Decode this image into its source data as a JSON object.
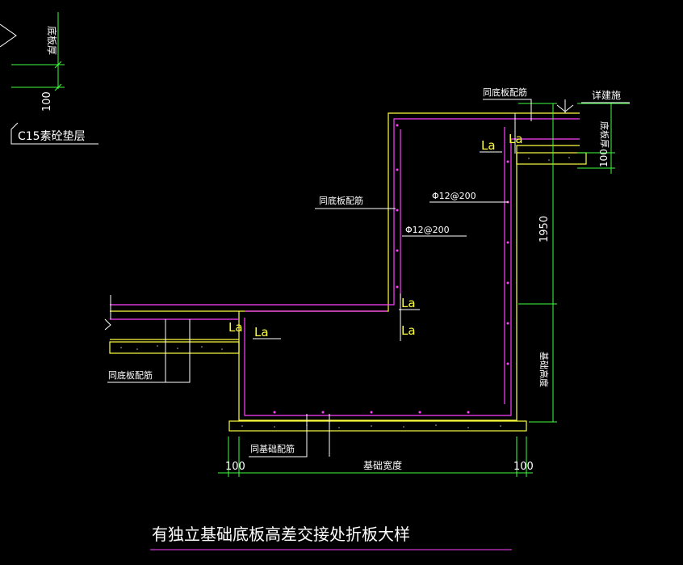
{
  "title": "有独立基础底板高差交接处折板大样",
  "labels": {
    "top_left_thickness": "底板厚",
    "top_left_dim": "100",
    "cushion": "C15素砼垫层",
    "see_building": "详建施",
    "same_slab_top_right": "同底板配筋",
    "right_thickness": "底板厚",
    "right_dim_100": "100",
    "dim_1950": "1950",
    "foundation_height": "基础高度",
    "same_slab_left_mid": "同底板配筋",
    "same_slab_bottom_left": "同底板配筋",
    "same_foundation": "同基础配筋",
    "foundation_width": "基础宽度",
    "bottom_dim_left": "100",
    "bottom_dim_right": "100",
    "rebar_1": "Φ12@200",
    "rebar_2": "Φ12@200",
    "la_1": "La",
    "la_2": "La",
    "la_3": "La",
    "la_4": "La",
    "la_5": "La",
    "la_6": "La"
  },
  "colors": {
    "background": "#000000",
    "concrete_outline": "#ffff40",
    "rebar": "#ff40ff",
    "dimension": "#40ff40",
    "leader": "#ffffff"
  }
}
